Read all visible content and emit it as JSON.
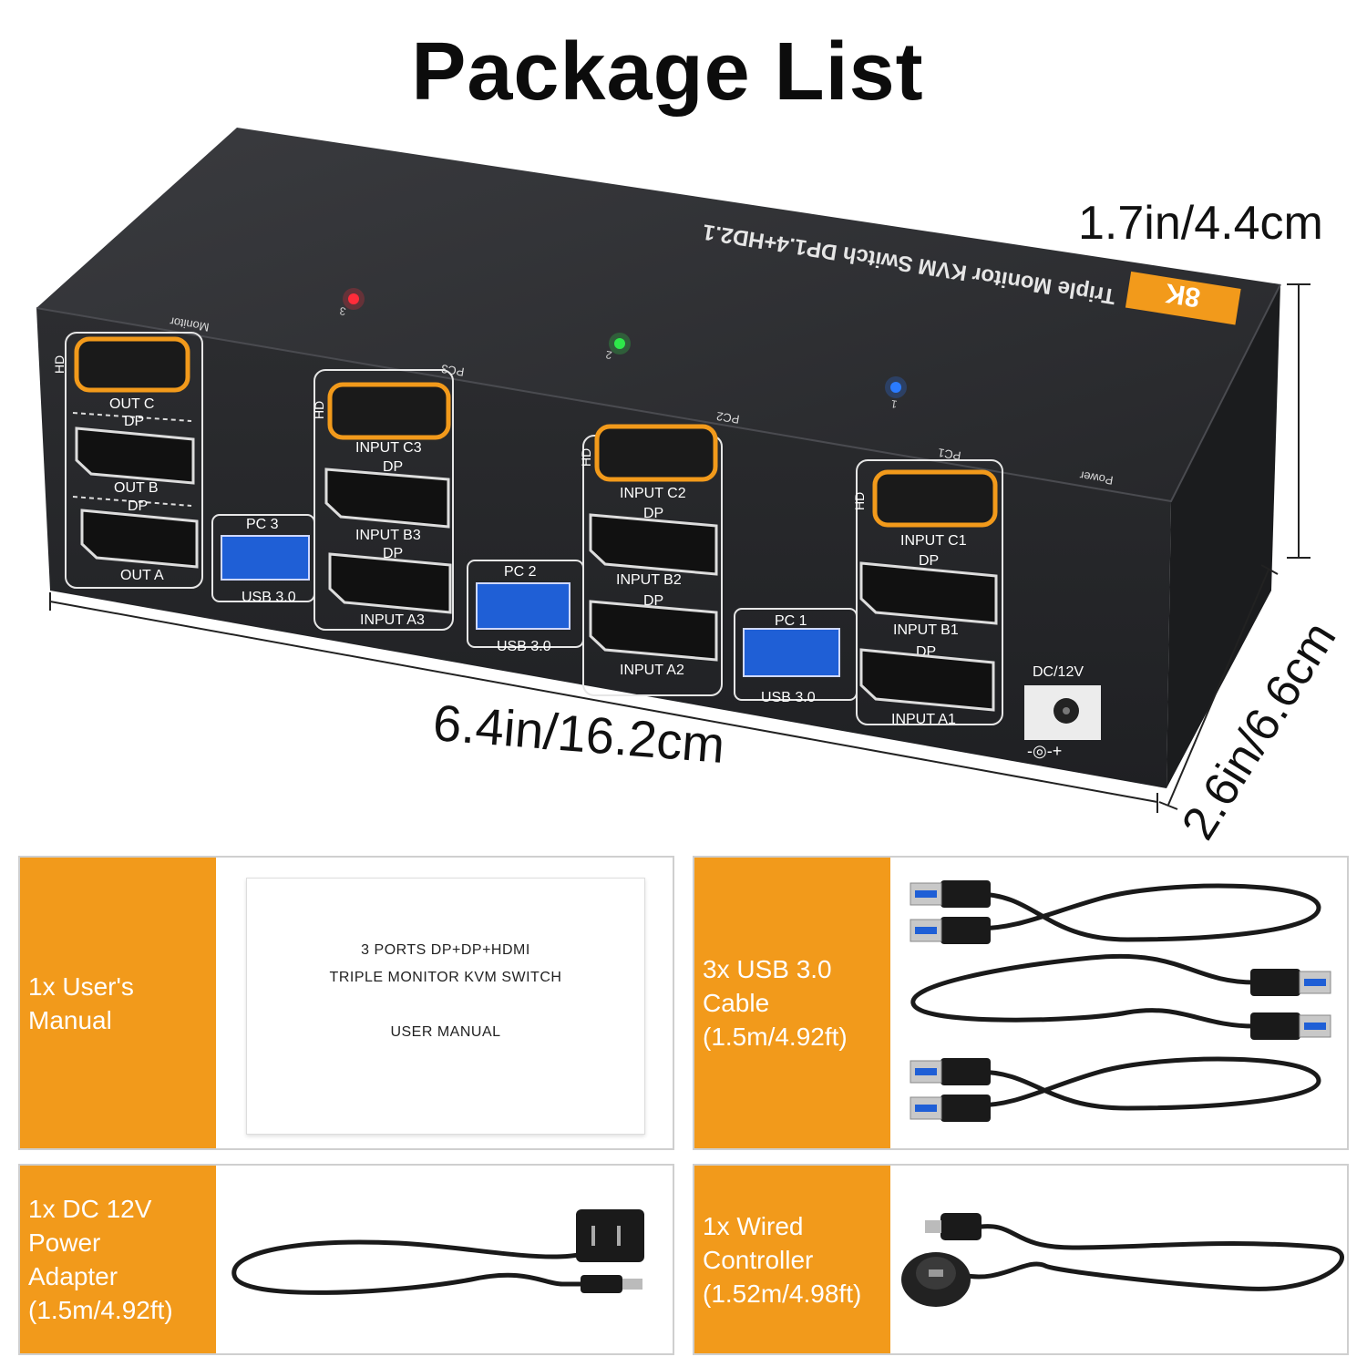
{
  "title": "Package List",
  "dimensions": {
    "height": "1.7in/4.4cm",
    "width": "6.4in/16.2cm",
    "depth": "2.6in/6.6cm"
  },
  "device": {
    "badge": "8K",
    "top_text": "Triple Monitor KVM Switch DP1.4+HD2.1",
    "monitor_label": "Monitor",
    "power_label": "Power",
    "dc_label": "DC/12V",
    "polarity_label": "-◎-+",
    "hd_label": "HD",
    "dp_label": "DP",
    "outputs": [
      "OUT C",
      "OUT B",
      "OUT A"
    ],
    "led_numbers": [
      "3",
      "2",
      "1"
    ],
    "pcs": [
      {
        "top": "PC3",
        "usb_label": "PC 3",
        "usb_caption": "USB 3.0",
        "inputs": [
          "INPUT C3",
          "INPUT B3",
          "INPUT A3"
        ]
      },
      {
        "top": "PC2",
        "usb_label": "PC 2",
        "usb_caption": "USB 3.0",
        "inputs": [
          "INPUT C2",
          "INPUT B2",
          "INPUT A2"
        ]
      },
      {
        "top": "PC1",
        "usb_label": "PC 1",
        "usb_caption": "USB 3.0",
        "inputs": [
          "INPUT C1",
          "INPUT B1",
          "INPUT A1"
        ]
      }
    ],
    "led_colors": [
      "#ff2d3a",
      "#2ee84a",
      "#2a7bff"
    ]
  },
  "items": [
    {
      "label": "1x User's\nManual"
    },
    {
      "label": "3x USB 3.0\nCable\n(1.5m/4.92ft)"
    },
    {
      "label": "1x DC 12V\nPower\nAdapter\n(1.5m/4.92ft)"
    },
    {
      "label": "1x Wired\nController\n(1.52m/4.98ft)"
    }
  ],
  "manual": {
    "line1": "3 PORTS DP+DP+HDMI",
    "line2": "TRIPLE MONITOR KVM SWITCH",
    "line3": "USER MANUAL"
  },
  "colors": {
    "accent": "#f29a1b",
    "device_body": "#2b2c2f",
    "usb_blue": "#1f5fd6"
  }
}
